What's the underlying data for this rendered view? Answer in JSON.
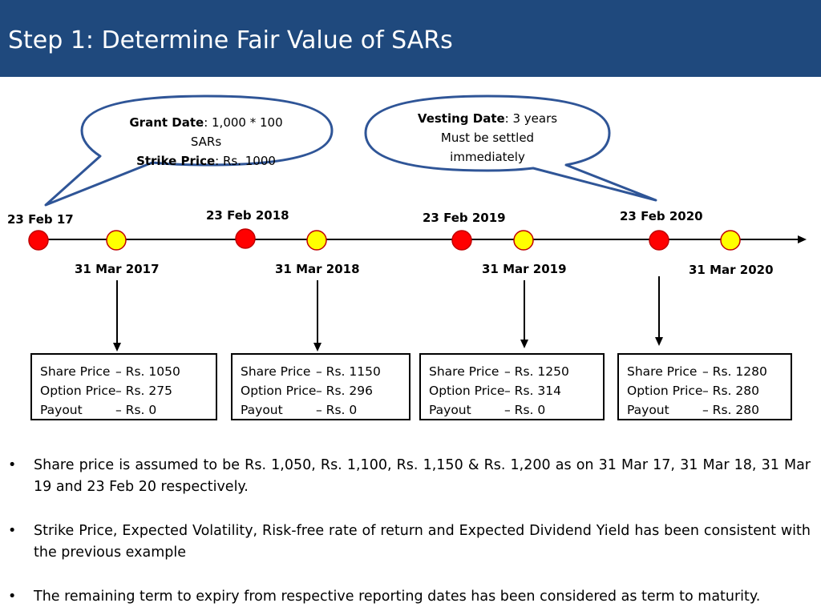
{
  "title": "Step 1: Determine Fair Value of SARs",
  "callouts": {
    "grant": {
      "label1": "Grant Date",
      "value1": ": 1,000 * 100 SARs",
      "label2": "Strike Price",
      "value2": ": Rs. 1000"
    },
    "vesting": {
      "label": "Vesting Date",
      "value": ": 3 years",
      "line2": "Must be settled immediately"
    }
  },
  "timeline": {
    "top_dates": [
      "23 Feb 17",
      "23 Feb 2018",
      "23 Feb 2019",
      "23 Feb 2020"
    ],
    "bottom_dates": [
      "31 Mar 2017",
      "31 Mar 2018",
      "31 Mar 2019",
      "31 Mar 2020"
    ],
    "colors": {
      "red": "#ff0000",
      "yellow": "#ffff00",
      "header": "#1f497d",
      "bubble": "#2f5597"
    }
  },
  "boxes": [
    {
      "share_label": "Share Price",
      "share_value": "– Rs. 1050",
      "option_label": "Option Price",
      "option_value": "– Rs. 275",
      "payout_label": "Payout",
      "payout_value": "– Rs.  0"
    },
    {
      "share_label": "Share Price",
      "share_value": "– Rs. 1150",
      "option_label": "Option Price",
      "option_value": "– Rs. 296",
      "payout_label": "Payout",
      "payout_value": "– Rs. 0"
    },
    {
      "share_label": "Share Price",
      "share_value": "– Rs. 1250",
      "option_label": "Option Price",
      "option_value": "– Rs. 314",
      "payout_label": "Payout",
      "payout_value": "– Rs.  0"
    },
    {
      "share_label": "Share Price",
      "share_value": "– Rs. 1280",
      "option_label": "Option Price",
      "option_value": "– Rs. 280",
      "payout_label": "Payout",
      "payout_value": "– Rs. 280"
    }
  ],
  "bullets": [
    "Share price is assumed to be Rs. 1,050, Rs. 1,100, Rs. 1,150 & Rs. 1,200 as on 31 Mar 17, 31 Mar 18, 31 Mar 19 and 23 Feb 20 respectively.",
    "Strike Price, Expected Volatility, Risk-free rate of return and Expected Dividend Yield has been consistent with the previous example",
    "The remaining term to expiry from respective reporting dates has been considered as term to maturity."
  ],
  "bullet_symbol": "•"
}
